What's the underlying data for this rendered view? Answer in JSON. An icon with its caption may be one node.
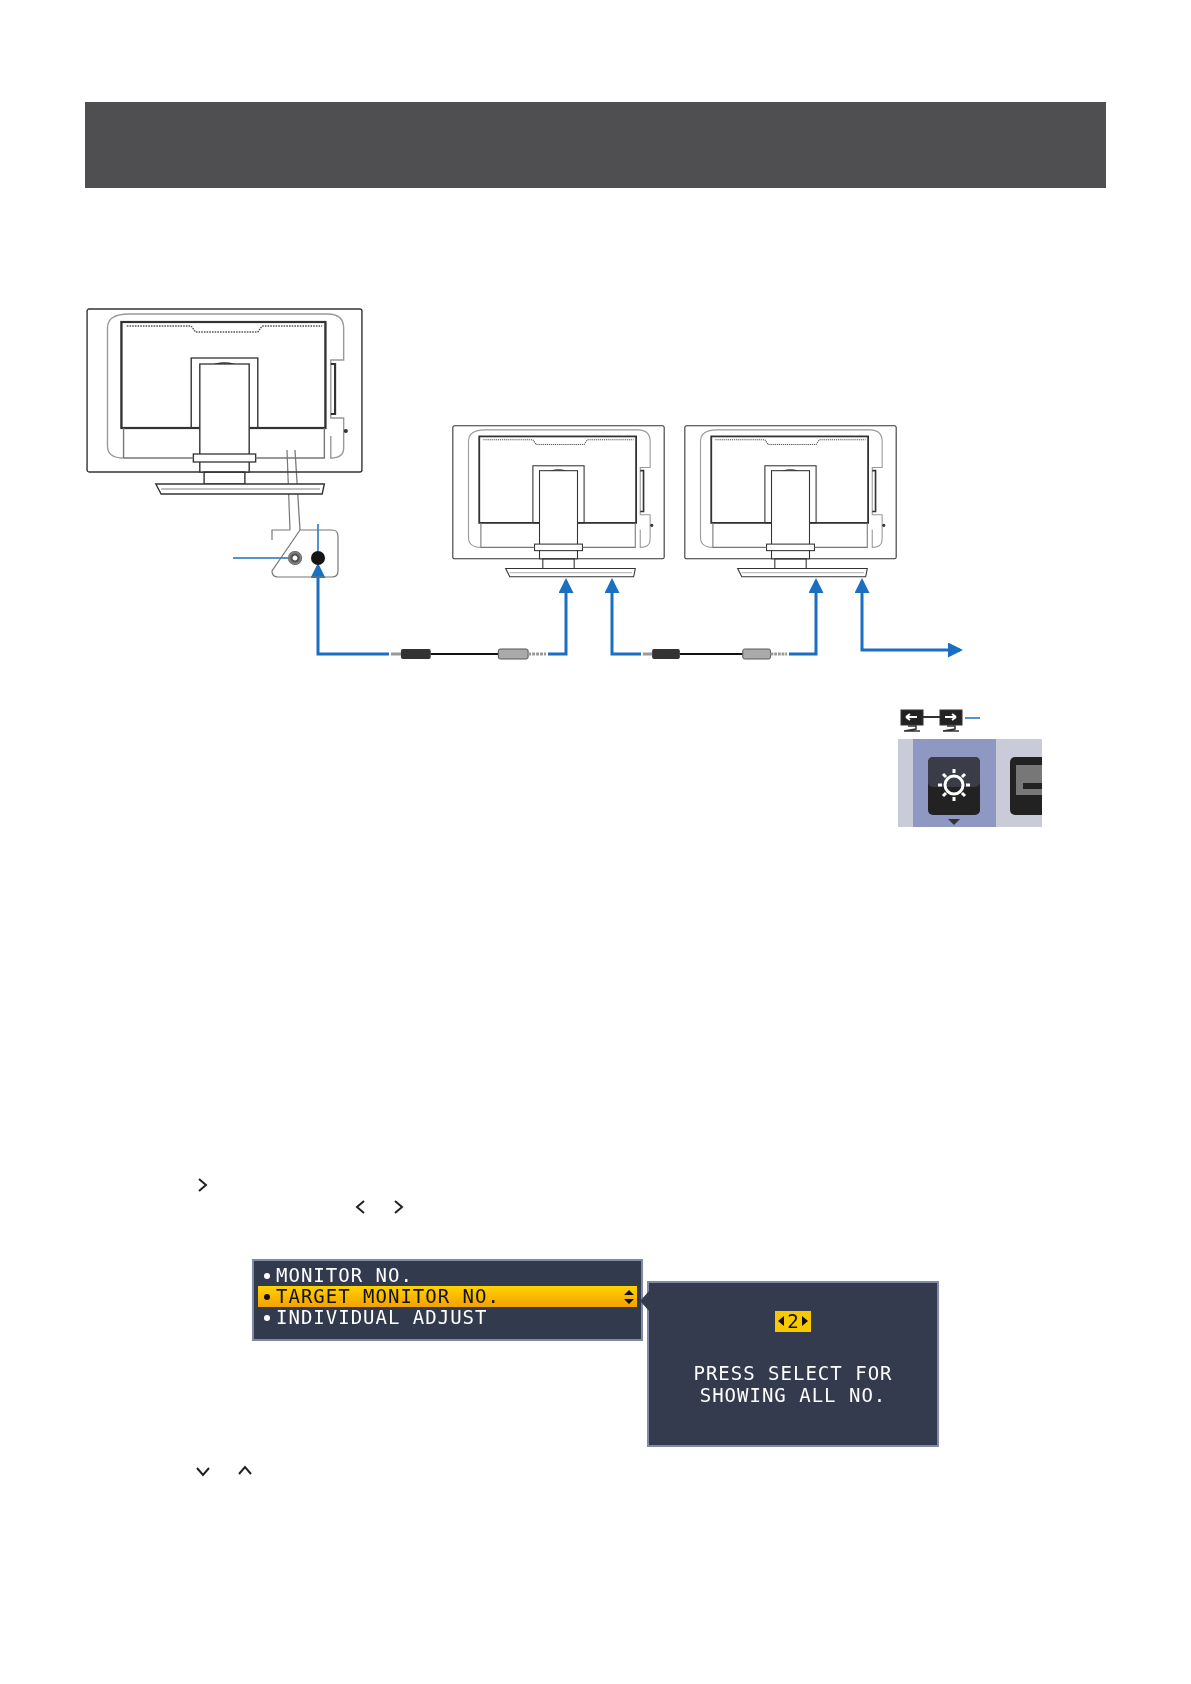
{
  "diagram": {
    "nodes": [
      {
        "text": [],
        "shape": "picture"
      },
      {
        "text": [],
        "shape": "circle"
      },
      {
        "text": [],
        "shape": "circle"
      },
      {
        "text": [],
        "shape": "picture"
      },
      {
        "text": [],
        "shape": "picture"
      },
      {
        "text": [],
        "shape": "picture"
      },
      {
        "text": [],
        "shape": "picture"
      },
      {
        "text": [],
        "shape": "picture"
      },
      {
        "text": [
          "MONITOR NO.",
          "TARGET MONITOR NO.",
          "INDIVIDUAL ADJUST"
        ]
      },
      {
        "text": [
          "2",
          "PRESS SELECT FOR SHOWING ALL NO."
        ]
      }
    ],
    "edges": [
      {
        "from": 3,
        "to": 2,
        "arrow": "to"
      },
      {
        "from": 3,
        "to": 4,
        "arrow": "to"
      },
      {
        "from": 5,
        "to": 4,
        "arrow": "to"
      },
      {
        "from": 5,
        "to": 6,
        "arrow": "to"
      },
      {
        "from": 6,
        "to": null,
        "arrow": "both"
      },
      {
        "from": null,
        "to": 1,
        "arrow": "none"
      },
      {
        "from": null,
        "to": 2,
        "arrow": "none"
      },
      {
        "from": 7,
        "to": null,
        "arrow": "none"
      }
    ]
  }
}
